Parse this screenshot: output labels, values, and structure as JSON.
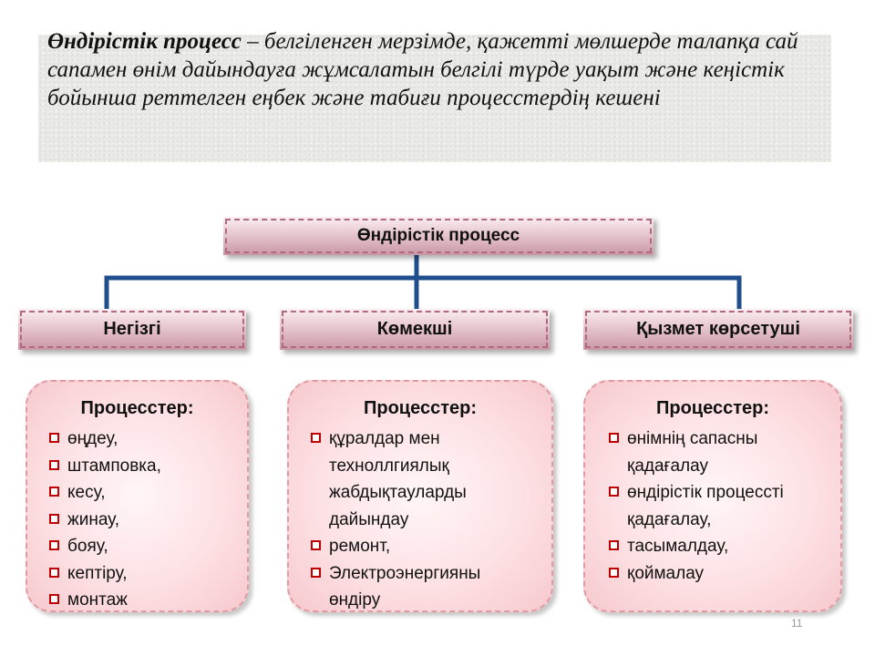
{
  "definition": {
    "term": "Өндірістік  процесс",
    "text": " – белгіленген мерзімде, қажетті мөлшерде талапқа сай сапамен өнім дайындауға жұмсалатын белгілі түрде уақыт және кеңістік бойынша реттелген еңбек және табиғи процесстердің кешені"
  },
  "diagram": {
    "root": "Өндірістік процесс",
    "categories": [
      {
        "label": "Негізгі",
        "card_title": "Процесстер:",
        "items": [
          "өңдеу,",
          "штамповка,",
          "кесу,",
          "жинау,",
          "бояу,",
          "кептіру,",
          "монтаж"
        ]
      },
      {
        "label": "Көмекші",
        "card_title": "Процесстер:",
        "items": [
          "құралдар мен техноллгиялық жабдықтауларды дайындау",
          "ремонт,",
          "Электроэнергияны өндіру"
        ]
      },
      {
        "label": "Қызмет көрсетуші",
        "card_title": "Процесстер:",
        "items": [
          "өнімнің сапасны қадағалау",
          "өндірістік процессті қадағалау,",
          "тасымалдау,",
          "қоймалау"
        ]
      }
    ]
  },
  "page_number": "11",
  "colors": {
    "connector": "#1f4e8c",
    "bullet": "#c00000",
    "card_border": "#e29aa2"
  }
}
